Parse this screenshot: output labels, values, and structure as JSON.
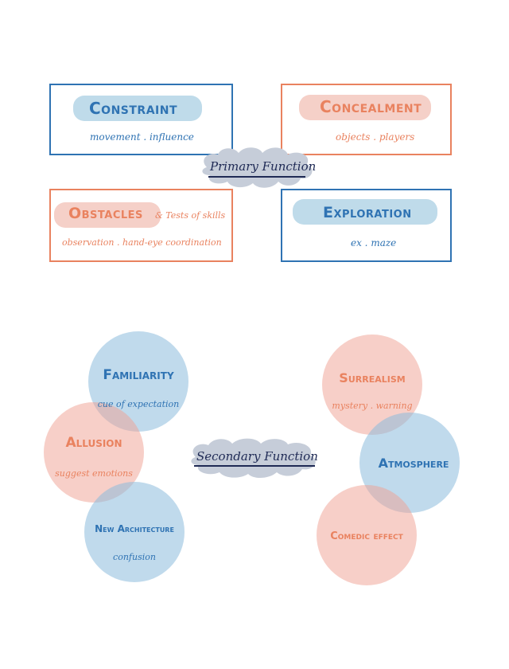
{
  "primary": {
    "label": "Primary Function",
    "cards": [
      {
        "title": "Constraint",
        "subtitle": "movement . influence"
      },
      {
        "title": "Concealment",
        "subtitle": "objects . players"
      },
      {
        "title": "Obstacles",
        "title_suffix": "& Tests of skills",
        "subtitle": "observation . hand-eye coordination"
      },
      {
        "title": "Exploration",
        "subtitle": "ex . maze"
      }
    ]
  },
  "secondary": {
    "label": "Secondary Function",
    "circles": [
      {
        "title": "Familiarity",
        "subtitle": "cue of expectation"
      },
      {
        "title": "Allusion",
        "subtitle": "suggest emotions"
      },
      {
        "title": "New Architecture",
        "subtitle": "confusion"
      },
      {
        "title": "Surrealism",
        "subtitle": "mystery . warning"
      },
      {
        "title": "Atmosphere",
        "subtitle": ""
      },
      {
        "title": "Comedic effect",
        "subtitle": ""
      }
    ]
  },
  "colors": {
    "blue": "#2f73b3",
    "orange": "#e9825f",
    "navy": "#1f2a55"
  }
}
